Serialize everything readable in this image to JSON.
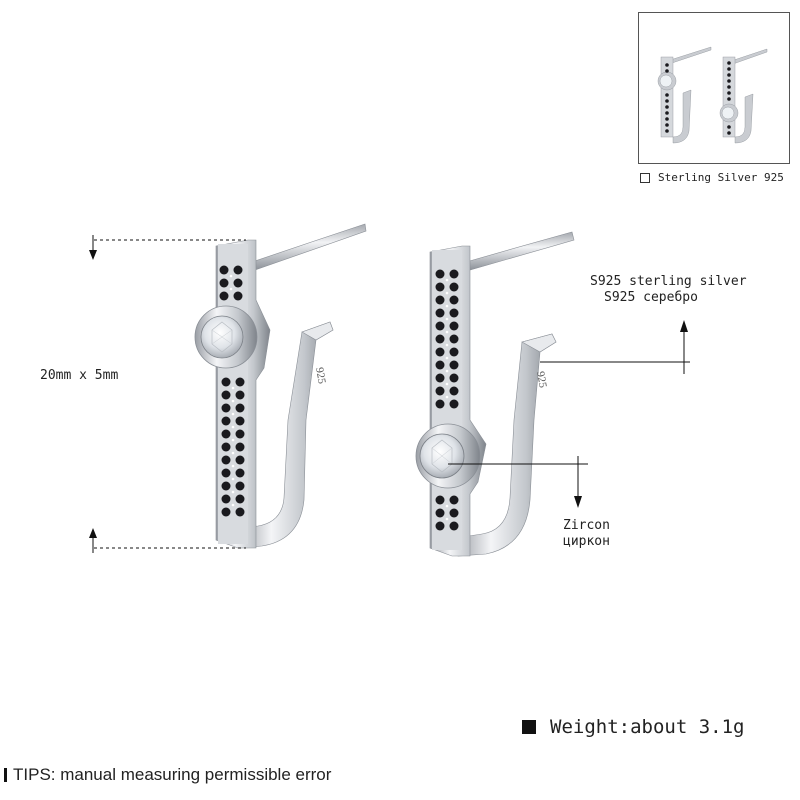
{
  "inset": {
    "label": "Sterling Silver 925"
  },
  "dimension": {
    "label": "20mm x 5mm"
  },
  "material": {
    "line1": "S925 sterling silver",
    "line2": "S925 серебро"
  },
  "stone": {
    "line1": "Zircon",
    "line2": "циркон"
  },
  "stamp": {
    "text": "925"
  },
  "weight": {
    "label": "Weight:about 3.1g"
  },
  "tips": {
    "label": "TIPS: manual measuring permissible error"
  },
  "colors": {
    "silver": "#c9ccd1",
    "silver_dark": "#8a8f96",
    "black_stone": "#1a1a1e",
    "zircon": "#eef2f5"
  }
}
